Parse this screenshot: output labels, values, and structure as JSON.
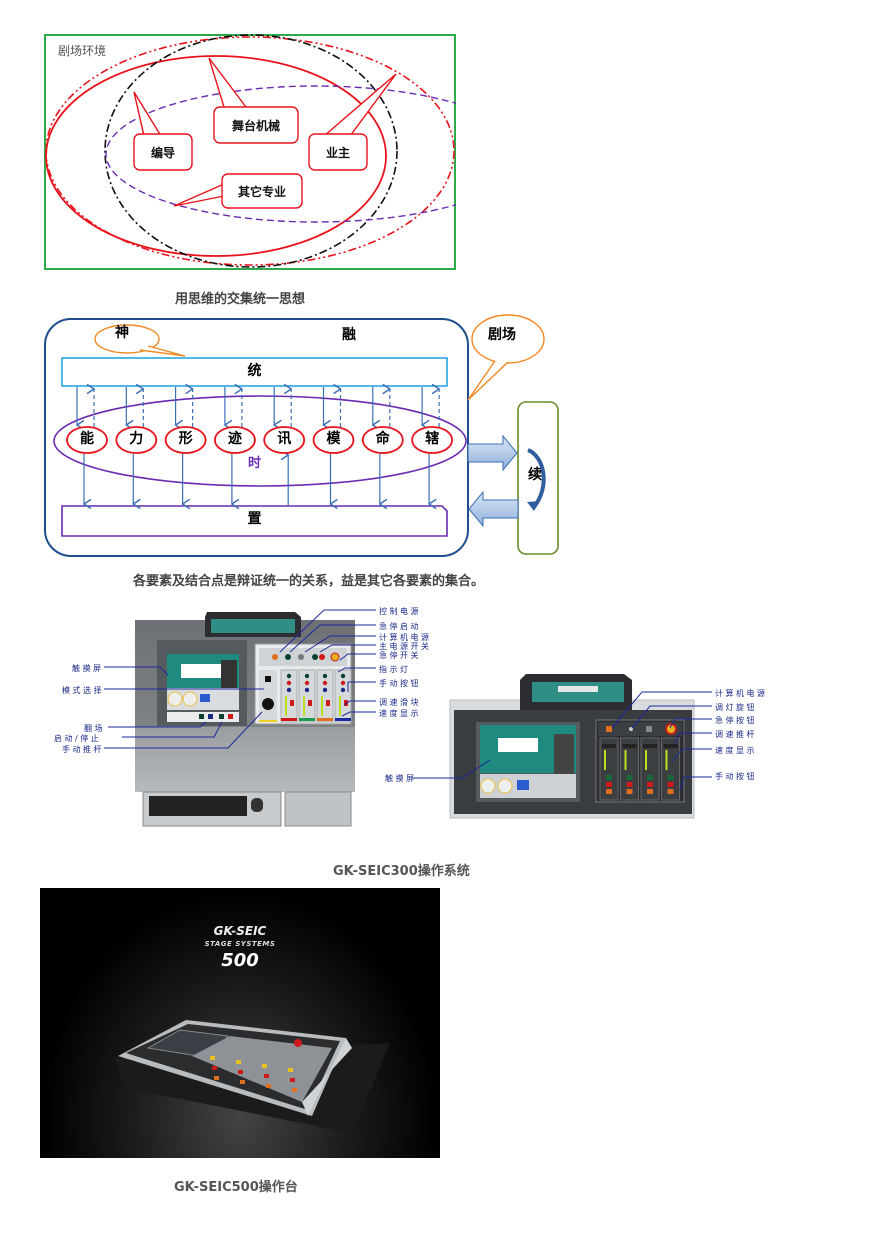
{
  "figure1": {
    "corner_label": "剧场环境",
    "callouts": [
      "舞台机械",
      "编导",
      "业主",
      "其它专业"
    ],
    "caption": "用思维的交集统一思想",
    "colors": {
      "frame": "#2eaa4a",
      "red": "#e8121a",
      "purple": "#6a2bb0",
      "black": "#111111"
    }
  },
  "figure2": {
    "top_left": "神",
    "top_center": "融",
    "bubble": "剧场",
    "top_bar": "统",
    "bottom_bar": "置",
    "elements": [
      "能",
      "力",
      "形",
      "迹",
      "讯",
      "模",
      "命",
      "辖"
    ],
    "center_label": "时",
    "side_box": "续",
    "caption": "各要素及结合点是辩证统一的关系，益是其它各要素的集合。",
    "colors": {
      "outer": "#1f4e8c",
      "top_bar": "#2aa7e0",
      "bottom_bar": "#6a2bb0",
      "ellipse": "#6a2bb0",
      "circle": "#e8121a",
      "arrow": "#3a6fb5",
      "bubble": "#f08a24",
      "side": "#6a8b2a"
    }
  },
  "figure3": {
    "left_labels_left": [
      "触摸屏",
      "模式选择",
      "翻场",
      "启动/停止",
      "手动推杆"
    ],
    "left_labels_right": [
      "控制电源",
      "急停启动",
      "计算机电源",
      "主电源开关",
      "急停开关",
      "指示灯",
      "手动按钮",
      "调速滑块",
      "速度显示"
    ],
    "right_labels": [
      "计算机电源",
      "调灯旋钮",
      "急停按钮",
      "调速推杆",
      "速度显示",
      "手动按钮"
    ],
    "right_label_left": "触摸屏",
    "caption": "GK-SEIC300操作系统"
  },
  "figure4": {
    "brand": "GK-SEIC",
    "subtitle": "STAGE SYSTEMS",
    "model": "500",
    "caption": "GK-SEIC500操作台"
  }
}
